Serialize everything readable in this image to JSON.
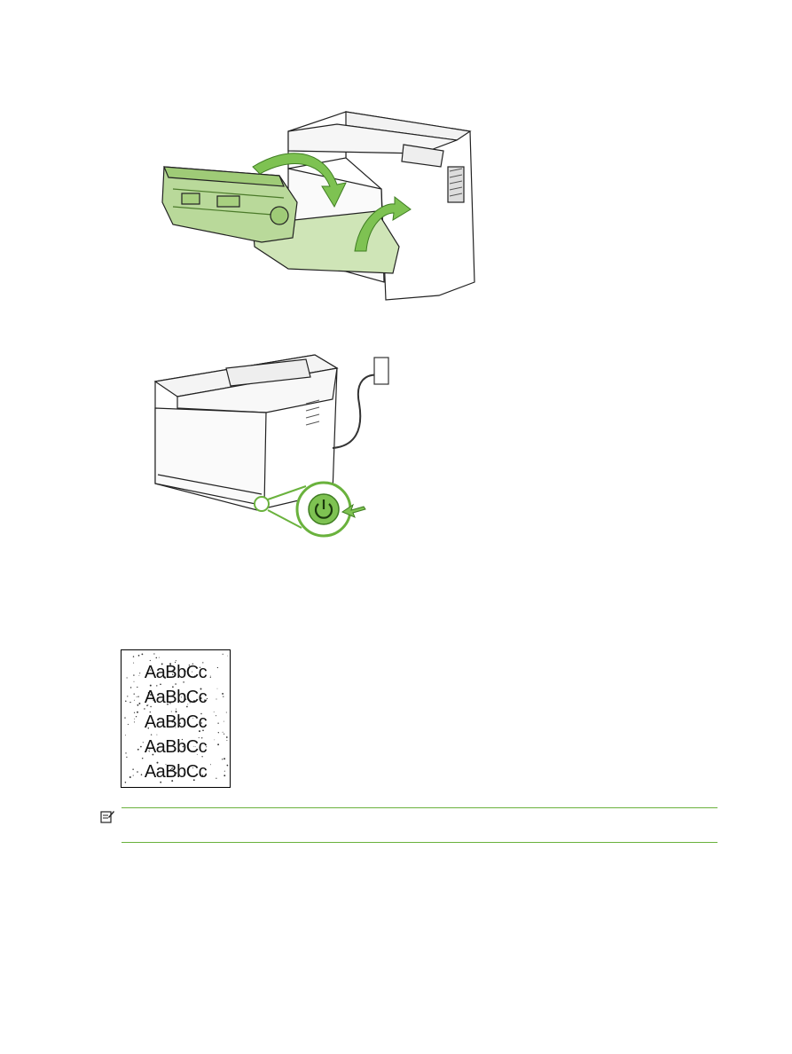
{
  "figures": {
    "cartridge": {
      "icon": "toner-cartridge-install-illustration"
    },
    "power": {
      "icon": "printer-power-button-illustration"
    }
  },
  "print_sample": {
    "lines": [
      "AaBbCc",
      "AaBbCc",
      "AaBbCc",
      "AaBbCc",
      "AaBbCc"
    ]
  },
  "note": {
    "icon": "note-icon",
    "text": ""
  },
  "colors": {
    "accent": "#6ab23d",
    "cartridge": "#b9d99a",
    "ink": "#222222"
  }
}
